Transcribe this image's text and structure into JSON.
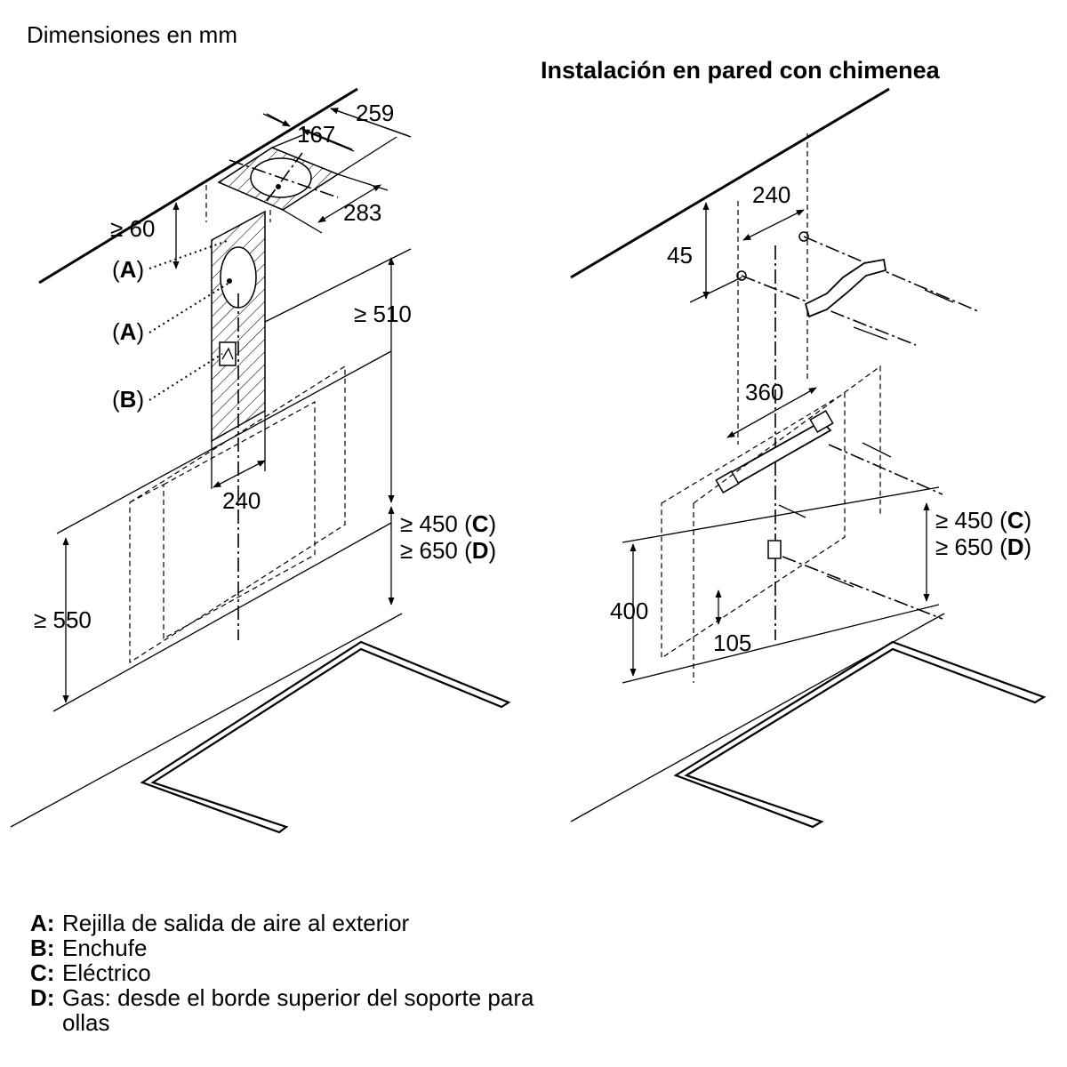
{
  "header": {
    "units_note": "Dimensiones en mm",
    "right_title": "Instalación en pared con chimenea"
  },
  "left_diagram": {
    "dims": {
      "d259": "259",
      "d167": "167",
      "d283": "283",
      "d60": "≥ 60",
      "d510": "≥ 510",
      "d240": "240",
      "d550": "≥ 550",
      "d450": "≥ 450",
      "d650": "≥ 650"
    },
    "callouts": [
      "A",
      "A",
      "B"
    ],
    "markers": {
      "c": "C",
      "d": "D"
    }
  },
  "right_diagram": {
    "dims": {
      "d240": "240",
      "d45": "45",
      "d360": "360",
      "d400": "400",
      "d105": "105",
      "d450": "≥ 450",
      "d650": "≥ 650"
    },
    "markers": {
      "c": "C",
      "d": "D"
    }
  },
  "legend": [
    {
      "key": "A:",
      "text": "Rejilla de salida de aire al exterior"
    },
    {
      "key": "B:",
      "text": "Enchufe"
    },
    {
      "key": "C:",
      "text": "Eléctrico"
    },
    {
      "key": "D:",
      "text": "Gas: desde el borde superior del soporte para ollas"
    }
  ]
}
